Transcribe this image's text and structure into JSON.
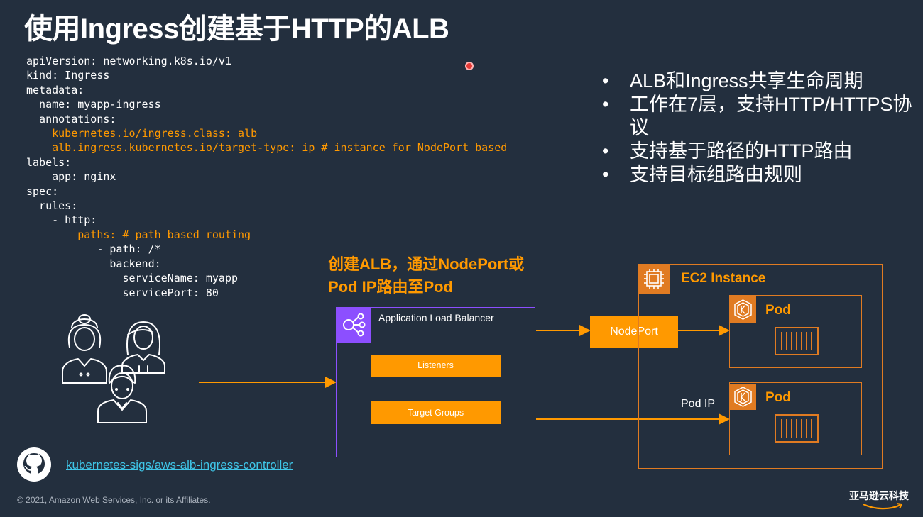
{
  "slide": {
    "title": "使用Ingress创建基于HTTP的ALB",
    "code_lines": [
      {
        "text": "apiVersion: networking.k8s.io/v1",
        "color": "white"
      },
      {
        "text": "kind: Ingress",
        "color": "white"
      },
      {
        "text": "metadata:",
        "color": "white"
      },
      {
        "text": "  name: myapp-ingress",
        "color": "white"
      },
      {
        "text": "  annotations:",
        "color": "white"
      },
      {
        "text": "    kubernetes.io/ingress.class: alb",
        "color": "orange"
      },
      {
        "text": "    alb.ingress.kubernetes.io/target-type: ip # instance for NodePort based",
        "color": "orange"
      },
      {
        "text": "labels:",
        "color": "white"
      },
      {
        "text": "    app: nginx",
        "color": "white"
      },
      {
        "text": "spec:",
        "color": "white"
      },
      {
        "text": "  rules:",
        "color": "white"
      },
      {
        "text": "    - http:",
        "color": "white"
      },
      {
        "text": "        paths: # path based routing",
        "color": "orange"
      },
      {
        "text": "           - path: /*",
        "color": "white"
      },
      {
        "text": "             backend:",
        "color": "white"
      },
      {
        "text": "               serviceName: myapp",
        "color": "white"
      },
      {
        "text": "               servicePort: 80",
        "color": "white"
      }
    ],
    "bullets": [
      "ALB和Ingress共享生命周期",
      "工作在7层，支持HTTP/HTTPS协议",
      "支持基于路径的HTTP路由",
      "支持目标组路由规则"
    ],
    "callout": "创建ALB，通过NodePort或\nPod IP路由至Pod",
    "footer": {
      "repo_link": "kubernetes-sigs/aws-alb-ingress-controller",
      "copyright": "© 2021, Amazon Web Services, Inc. or its Affiliates.",
      "brand": "亚马逊云科技"
    },
    "colors": {
      "background": "#232f3e",
      "accent_orange": "#ff9900",
      "alb_purple": "#8c4fff",
      "ec2_orange": "#e07b22",
      "link": "#3fc6e8"
    }
  },
  "diagram": {
    "alb": {
      "title": "Application Load Balancer",
      "listeners": "Listeners",
      "target_groups": "Target Groups",
      "icon": "load-balancer-icon"
    },
    "nodeport": "NodePort",
    "pod_ip": "Pod IP",
    "ec2": {
      "title": "EC2 Instance",
      "icon": "chip-icon"
    },
    "pods": [
      {
        "title": "Pod",
        "icon": "kubernetes-pod-icon"
      },
      {
        "title": "Pod",
        "icon": "kubernetes-pod-icon"
      }
    ],
    "users_icon": "users-group-icon",
    "github_icon": "github-icon"
  }
}
